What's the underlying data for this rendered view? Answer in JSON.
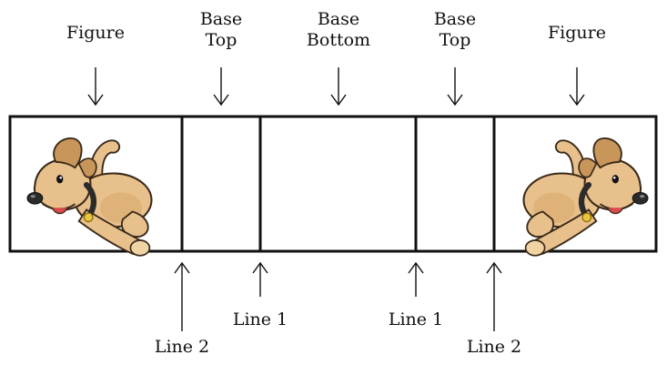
{
  "top_labels": [
    {
      "id": "figure-left",
      "lines": [
        "Figure"
      ]
    },
    {
      "id": "base-top-left",
      "lines": [
        "Base",
        "Top"
      ]
    },
    {
      "id": "base-bottom",
      "lines": [
        "Base",
        "Bottom"
      ]
    },
    {
      "id": "base-top-right",
      "lines": [
        "Base",
        "Top"
      ]
    },
    {
      "id": "figure-right",
      "lines": [
        "Figure"
      ]
    }
  ],
  "bottom_labels": [
    {
      "id": "line2-left",
      "text": "Line 2"
    },
    {
      "id": "line1-left",
      "text": "Line 1"
    },
    {
      "id": "line1-right",
      "text": "Line 1"
    },
    {
      "id": "line2-right",
      "text": "Line 2"
    }
  ],
  "figure_icon": "dog-illustration",
  "colors": {
    "stroke": "#111111",
    "dog_fur": "#e8c08c",
    "dog_shade": "#c8955a",
    "collar": "#2b2b2b",
    "tag": "#e8c83a"
  }
}
